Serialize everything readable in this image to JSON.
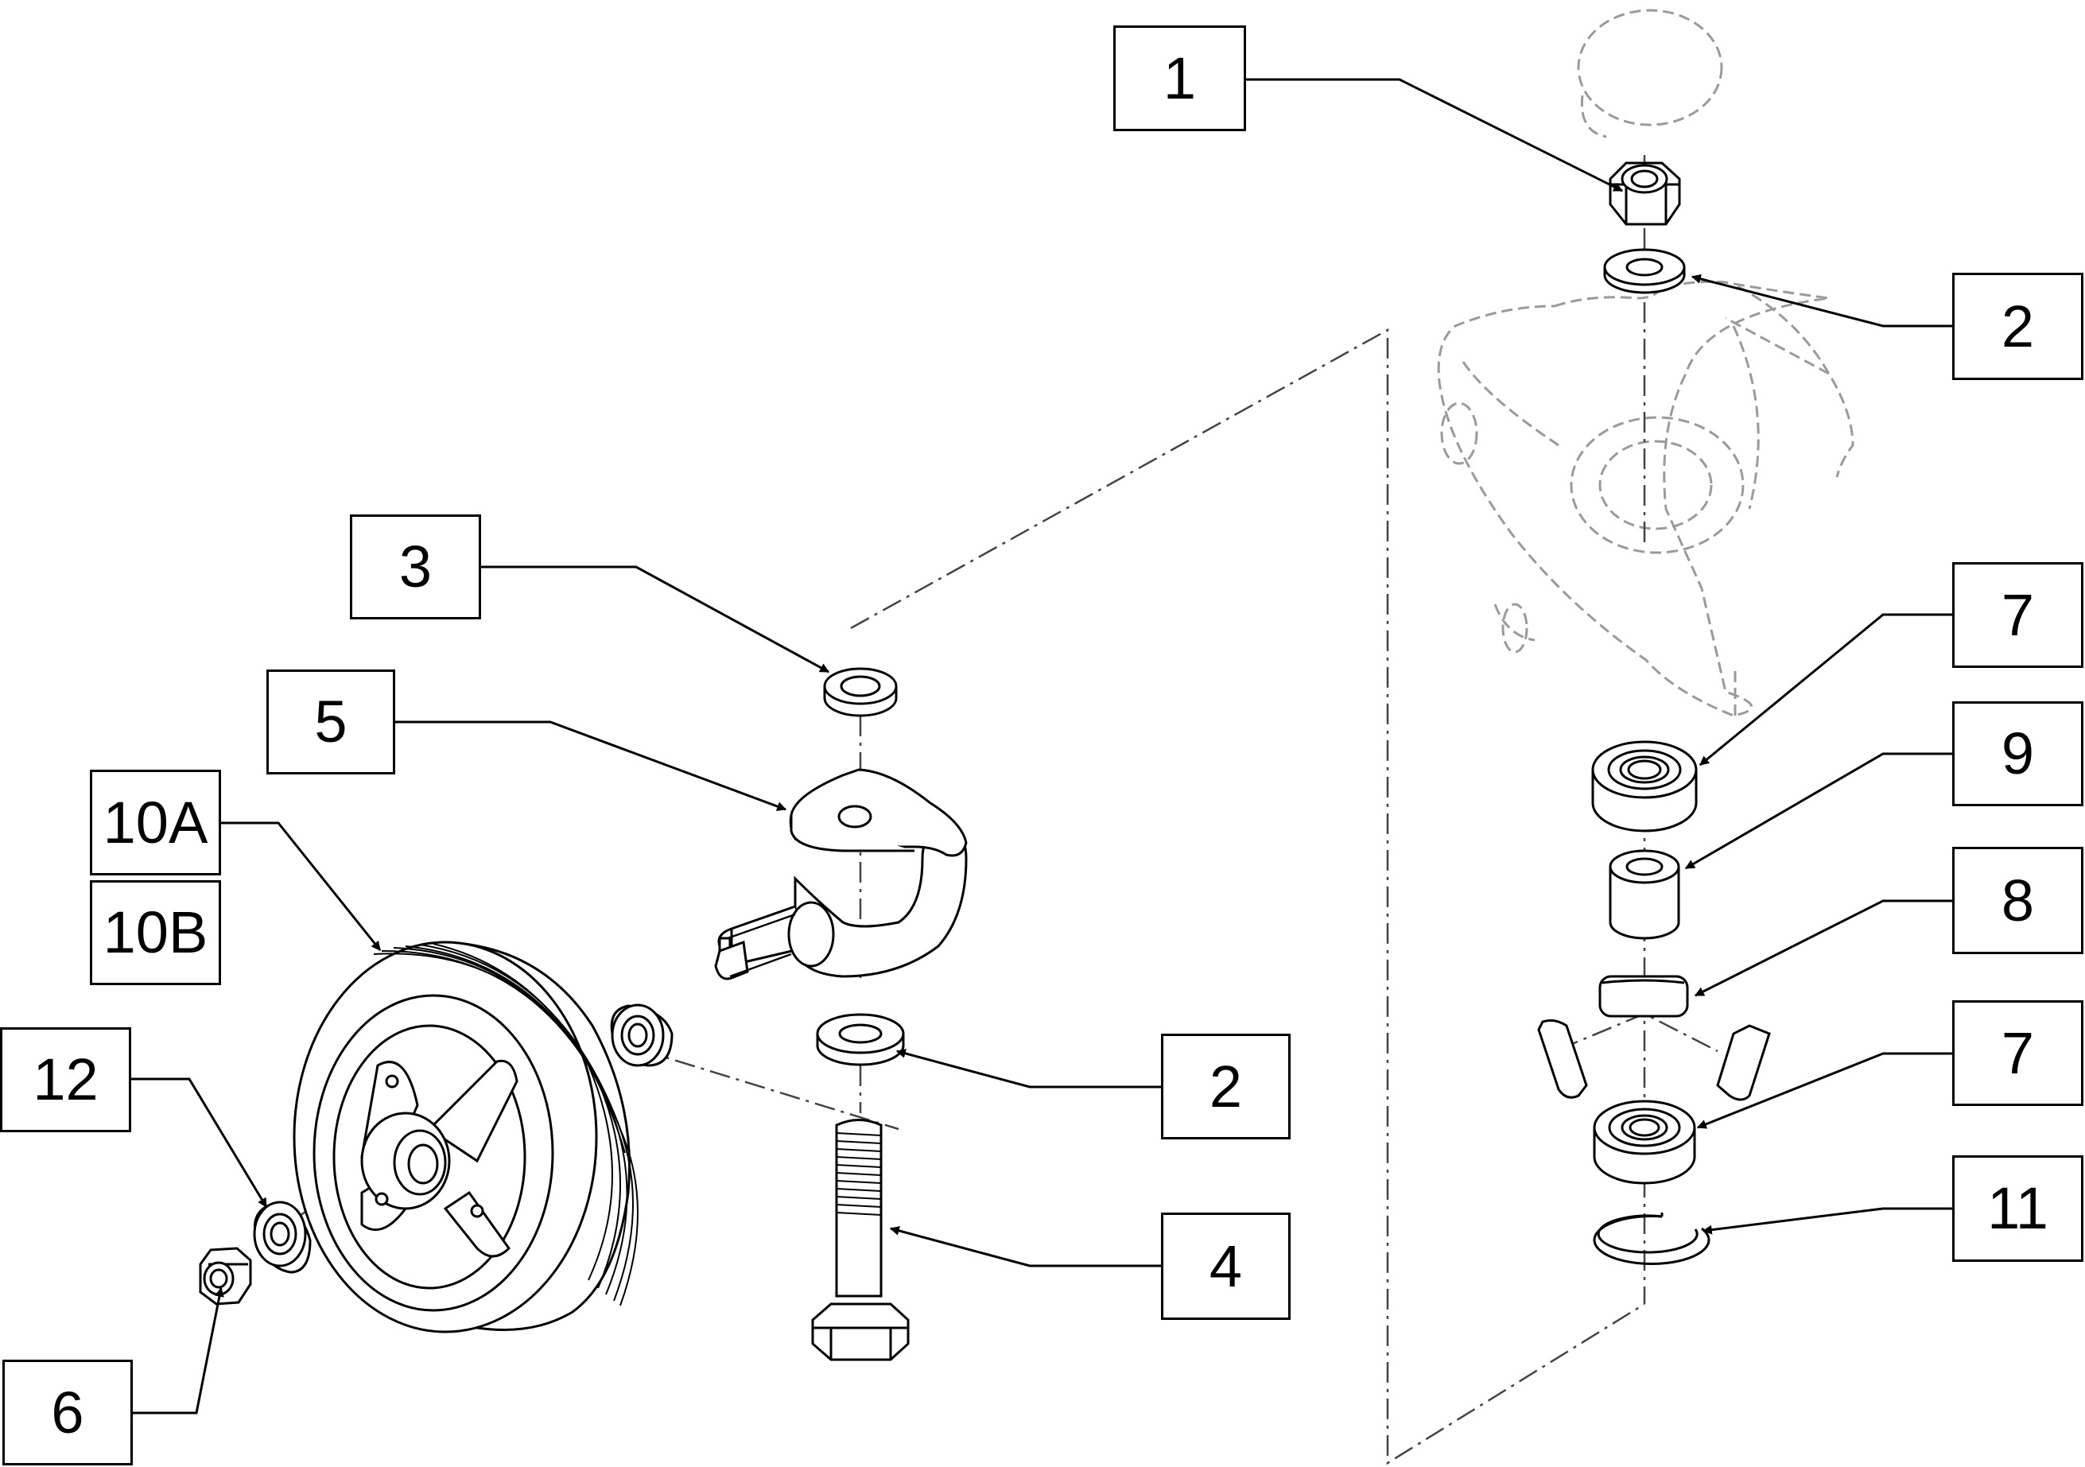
{
  "colors": {
    "ink": "#000000",
    "ghost": "#9a9a9a",
    "paper": "#ffffff"
  },
  "callouts": [
    {
      "id": "c1",
      "text": "1",
      "part": "lock-nut"
    },
    {
      "id": "c2a",
      "text": "2",
      "part": "washer"
    },
    {
      "id": "c3",
      "text": "3",
      "part": "washer"
    },
    {
      "id": "c5",
      "text": "5",
      "part": "caster-fork"
    },
    {
      "id": "c10a",
      "text": "10A",
      "part": "wheel"
    },
    {
      "id": "c10b",
      "text": "10B",
      "part": "wheel"
    },
    {
      "id": "c12",
      "text": "12",
      "part": "wheel-bearing"
    },
    {
      "id": "c6",
      "text": "6",
      "part": "axle-nut"
    },
    {
      "id": "c2b",
      "text": "2",
      "part": "washer"
    },
    {
      "id": "c4",
      "text": "4",
      "part": "bolt"
    },
    {
      "id": "c7a",
      "text": "7",
      "part": "bearing"
    },
    {
      "id": "c9",
      "text": "9",
      "part": "spacer"
    },
    {
      "id": "c8",
      "text": "8",
      "part": "spacer-pad"
    },
    {
      "id": "c7b",
      "text": "7",
      "part": "bearing"
    },
    {
      "id": "c11",
      "text": "11",
      "part": "retaining-ring"
    }
  ]
}
